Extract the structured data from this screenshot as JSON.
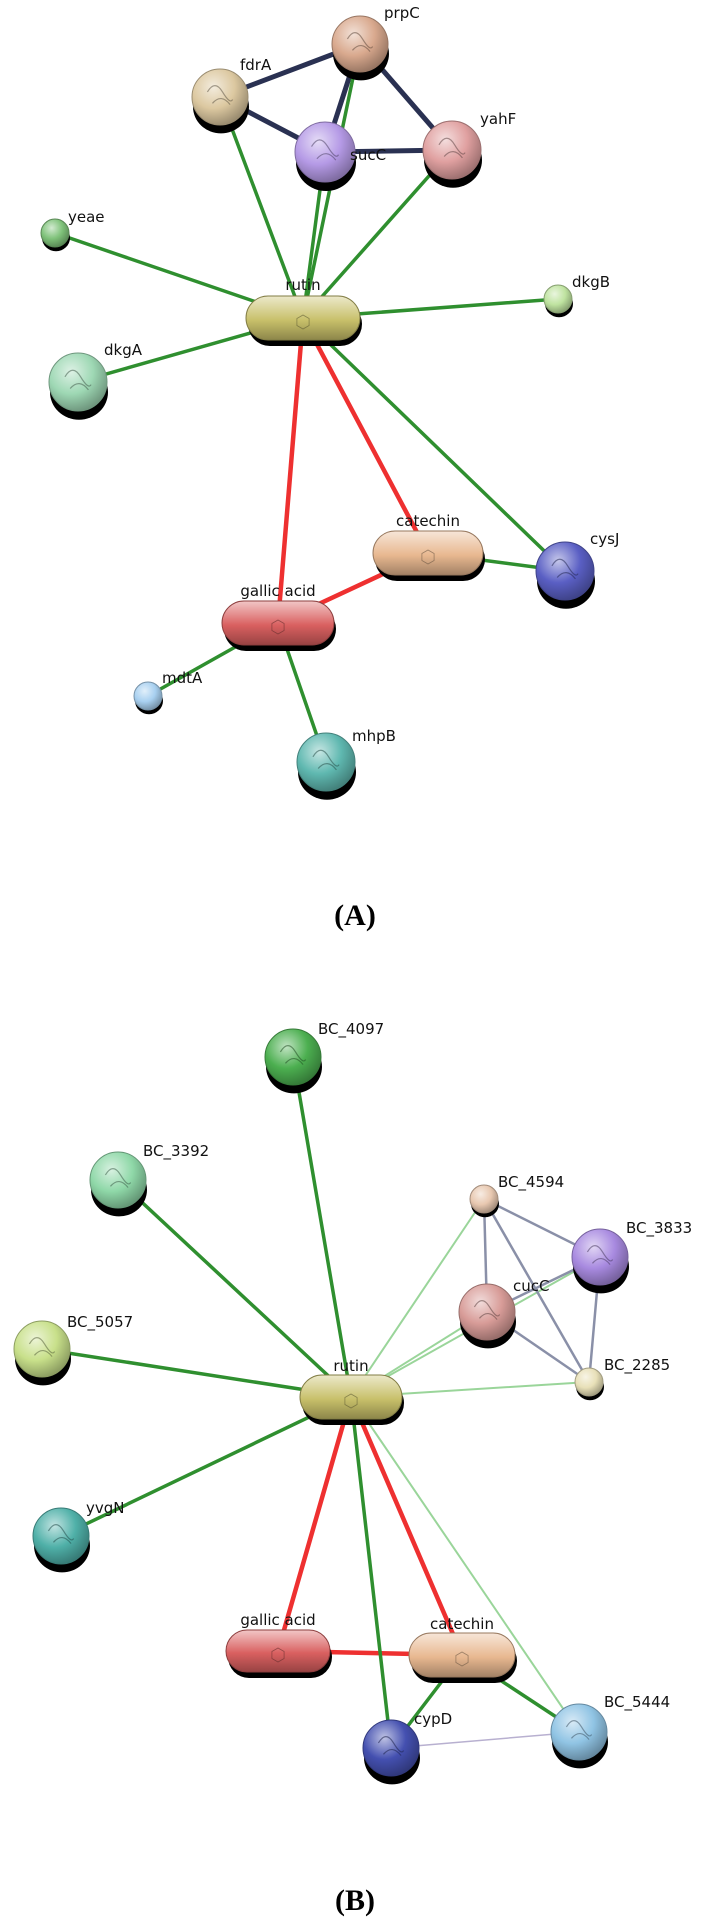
{
  "panels": [
    {
      "label": "(A)",
      "nodes": {
        "prpC": {
          "label": "prpC",
          "kind": "protein",
          "color": "#d9a98e"
        },
        "fdrA": {
          "label": "fdrA",
          "kind": "protein",
          "color": "#dcc8a0"
        },
        "sucC": {
          "label": "sucC",
          "kind": "protein",
          "color": "#b59ae6"
        },
        "yahF": {
          "label": "yahF",
          "kind": "protein",
          "color": "#e0a0a0"
        },
        "yeae": {
          "label": "yeae",
          "kind": "protein",
          "color": "#7fc27a"
        },
        "rutin": {
          "label": "rutin",
          "kind": "compound",
          "color": "#c8c06a"
        },
        "dkgB": {
          "label": "dkgB",
          "kind": "protein",
          "color": "#bfe3a0"
        },
        "dkgA": {
          "label": "dkgA",
          "kind": "protein",
          "color": "#9ed8b4"
        },
        "catechin": {
          "label": "catechin",
          "kind": "compound",
          "color": "#e8b890"
        },
        "cysJ": {
          "label": "cysJ",
          "kind": "protein",
          "color": "#5a5fc4"
        },
        "gallic_acid": {
          "label": "gallic acid",
          "kind": "compound",
          "color": "#d96060"
        },
        "mdtA": {
          "label": "mdtA",
          "kind": "protein",
          "color": "#a8d0f0"
        },
        "mhpB": {
          "label": "mhpB",
          "kind": "protein",
          "color": "#5fb8b0"
        }
      },
      "edges": [
        {
          "from": "fdrA",
          "to": "prpC",
          "type": "dark"
        },
        {
          "from": "fdrA",
          "to": "sucC",
          "type": "dark"
        },
        {
          "from": "prpC",
          "to": "sucC",
          "type": "dark"
        },
        {
          "from": "prpC",
          "to": "yahF",
          "type": "dark"
        },
        {
          "from": "sucC",
          "to": "yahF",
          "type": "dark"
        },
        {
          "from": "fdrA",
          "to": "rutin",
          "type": "green"
        },
        {
          "from": "prpC",
          "to": "rutin",
          "type": "green"
        },
        {
          "from": "sucC",
          "to": "rutin",
          "type": "green"
        },
        {
          "from": "yahF",
          "to": "rutin",
          "type": "green"
        },
        {
          "from": "yeae",
          "to": "rutin",
          "type": "green"
        },
        {
          "from": "dkgA",
          "to": "rutin",
          "type": "green"
        },
        {
          "from": "dkgB",
          "to": "rutin",
          "type": "green"
        },
        {
          "from": "cysJ",
          "to": "rutin",
          "type": "green"
        },
        {
          "from": "cysJ",
          "to": "catechin",
          "type": "green"
        },
        {
          "from": "rutin",
          "to": "catechin",
          "type": "red"
        },
        {
          "from": "rutin",
          "to": "gallic_acid",
          "type": "red"
        },
        {
          "from": "catechin",
          "to": "gallic_acid",
          "type": "red"
        },
        {
          "from": "gallic_acid",
          "to": "mdtA",
          "type": "green"
        },
        {
          "from": "gallic_acid",
          "to": "mhpB",
          "type": "green"
        }
      ]
    },
    {
      "label": "(B)",
      "nodes": {
        "BC_4097": {
          "label": "BC_4097",
          "kind": "protein",
          "color": "#4caf50"
        },
        "BC_3392": {
          "label": "BC_3392",
          "kind": "protein",
          "color": "#8fd8a8"
        },
        "BC_4594": {
          "label": "BC_4594",
          "kind": "protein",
          "color": "#e8c8b0"
        },
        "BC_3833": {
          "label": "BC_3833",
          "kind": "protein",
          "color": "#a88ae0"
        },
        "cucC": {
          "label": "cucC",
          "kind": "protein",
          "color": "#d89c98"
        },
        "BC_5057": {
          "label": "BC_5057",
          "kind": "protein",
          "color": "#c8e08a"
        },
        "BC_2285": {
          "label": "BC_2285",
          "kind": "protein",
          "color": "#e8e0b8"
        },
        "rutin": {
          "label": "rutin",
          "kind": "compound",
          "color": "#c8c06a"
        },
        "yvgN": {
          "label": "yvgN",
          "kind": "protein",
          "color": "#4fb0a8"
        },
        "gallic_acid": {
          "label": "gallic acid",
          "kind": "compound",
          "color": "#d96060"
        },
        "catechin": {
          "label": "catechin",
          "kind": "compound",
          "color": "#e8b890"
        },
        "BC_5444": {
          "label": "BC_5444",
          "kind": "protein",
          "color": "#90c4e4"
        },
        "cypD": {
          "label": "cypD",
          "kind": "protein",
          "color": "#4450b0"
        }
      },
      "edges": [
        {
          "from": "BC_4097",
          "to": "rutin",
          "type": "green"
        },
        {
          "from": "BC_3392",
          "to": "rutin",
          "type": "green"
        },
        {
          "from": "BC_5057",
          "to": "rutin",
          "type": "green"
        },
        {
          "from": "yvgN",
          "to": "rutin",
          "type": "green"
        },
        {
          "from": "BC_4594",
          "to": "rutin",
          "type": "lightgreen"
        },
        {
          "from": "cucC",
          "to": "rutin",
          "type": "lightgreen"
        },
        {
          "from": "BC_3833",
          "to": "rutin",
          "type": "lightgreen"
        },
        {
          "from": "BC_2285",
          "to": "rutin",
          "type": "lightgreen"
        },
        {
          "from": "BC_4594",
          "to": "BC_3833",
          "type": "grey"
        },
        {
          "from": "BC_4594",
          "to": "cucC",
          "type": "grey"
        },
        {
          "from": "BC_4594",
          "to": "BC_2285",
          "type": "grey"
        },
        {
          "from": "BC_3833",
          "to": "cucC",
          "type": "grey"
        },
        {
          "from": "BC_3833",
          "to": "BC_2285",
          "type": "grey"
        },
        {
          "from": "cucC",
          "to": "BC_2285",
          "type": "grey"
        },
        {
          "from": "rutin",
          "to": "gallic_acid",
          "type": "red"
        },
        {
          "from": "rutin",
          "to": "catechin",
          "type": "red"
        },
        {
          "from": "gallic_acid",
          "to": "catechin",
          "type": "red"
        },
        {
          "from": "rutin",
          "to": "cypD",
          "type": "green"
        },
        {
          "from": "rutin",
          "to": "BC_5444",
          "type": "lightgreen"
        },
        {
          "from": "catechin",
          "to": "cypD",
          "type": "green"
        },
        {
          "from": "catechin",
          "to": "BC_5444",
          "type": "green"
        },
        {
          "from": "cypD",
          "to": "BC_5444",
          "type": "lavender"
        }
      ]
    }
  ],
  "edge_colors": {
    "dark": "#2a3152",
    "green": "#2f8f2f",
    "lightgreen": "#8fd08f",
    "red": "#ee3030",
    "grey": "#8a90a8",
    "lavender": "#b8b0d0"
  }
}
